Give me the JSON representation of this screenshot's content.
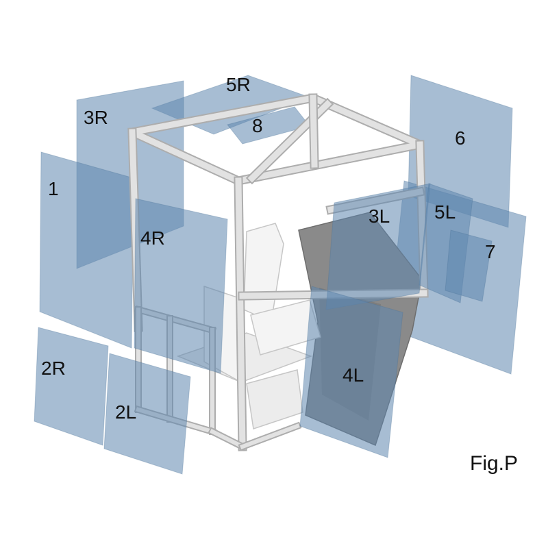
{
  "figure": {
    "caption": "Fig.P"
  },
  "labels": {
    "p1": "1",
    "p2r": "2R",
    "p2l": "2L",
    "p3r": "3R",
    "p3l": "3L",
    "p4r": "4R",
    "p4l": "4L",
    "p5r": "5R",
    "p5l": "5L",
    "p6": "6",
    "p7": "7",
    "p8": "8"
  },
  "colors": {
    "background": "#ffffff",
    "glass": "#5e87ae",
    "glass_edge": "#4a6f94",
    "frame_light": "#e2e2e2",
    "frame_shadow": "#adadad",
    "fender_dark": "#8a8a8a",
    "label_text": "#111111"
  }
}
